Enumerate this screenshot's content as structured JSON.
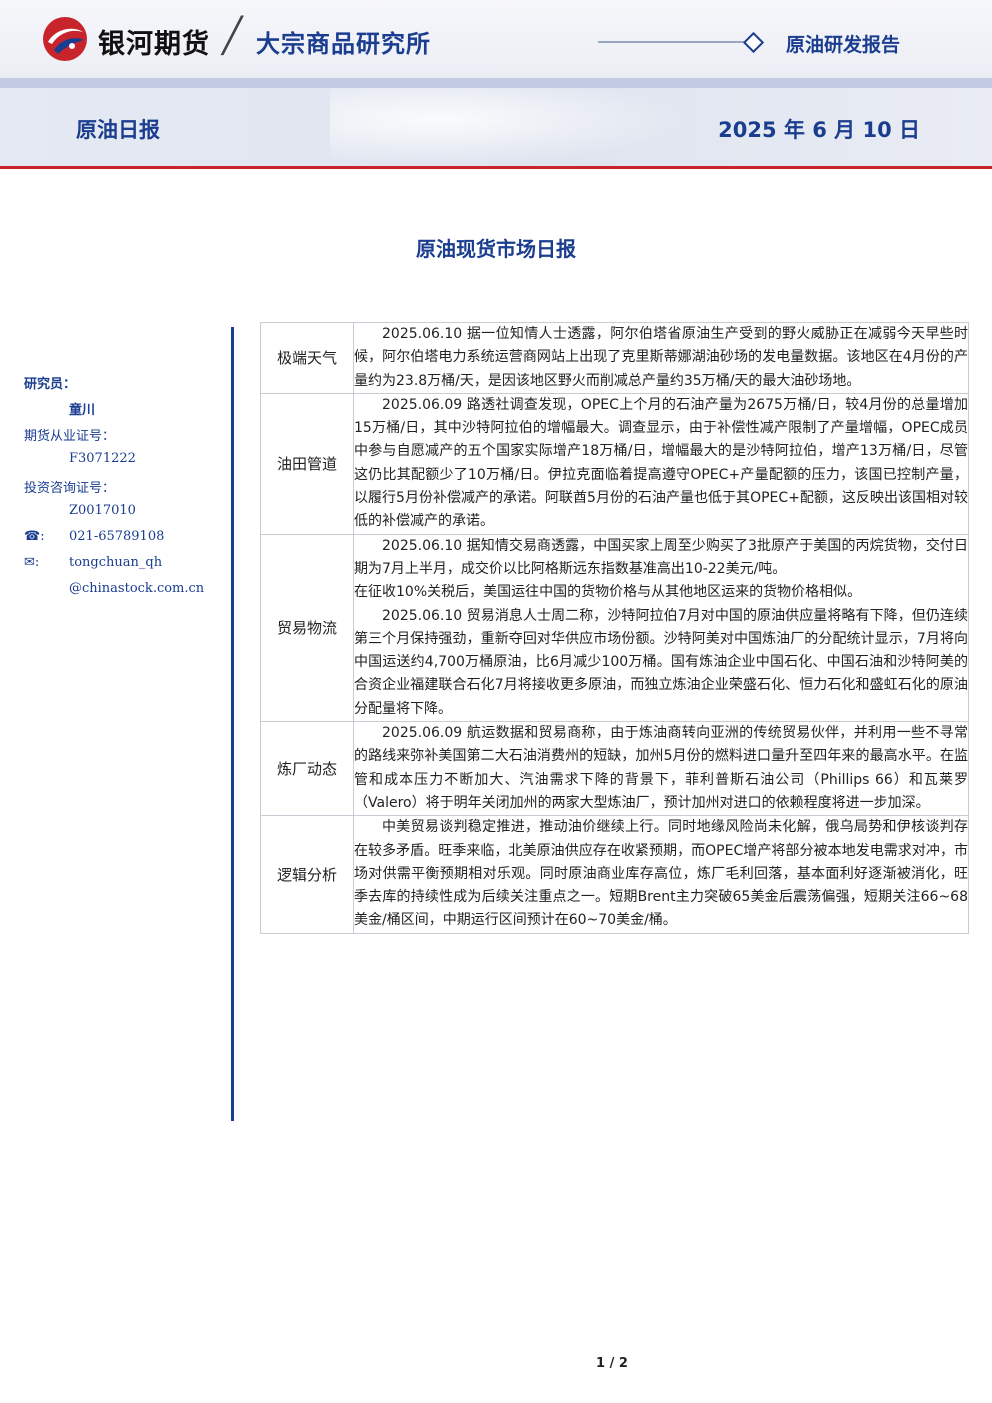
{
  "header": {
    "brand": "银河期货",
    "institute": "大宗商品研究所",
    "report_type": "原油研发报告",
    "report_name": "原油日报",
    "report_date": "2025 年 6 月 10 日",
    "accent_color": "#1a3d8f",
    "logo_red": "#c8242c"
  },
  "title": "原油现货市场日报",
  "sidebar": {
    "researcher_label": "研究员：",
    "researcher_name": "童川",
    "futures_cert_label": "期货从业证号：",
    "futures_cert": "F3071222",
    "consult_cert_label": "投资咨询证号：",
    "consult_cert": "Z0017010",
    "phone_icon": "☎",
    "phone_sep": ":",
    "phone": "021-65789108",
    "email_icon": "✉",
    "email_sep": ":",
    "email_line1": "tongchuan_qh",
    "email_line2": "@chinastock.com.cn"
  },
  "sections": [
    {
      "category": "极端天气",
      "paragraphs": [
        "2025.06.10 据一位知情人士透露，阿尔伯塔省原油生产受到的野火威胁正在减弱今天早些时候，阿尔伯塔电力系统运营商网站上出现了克里斯蒂娜湖油砂场的发电量数据。该地区在4月份的产量约为23.8万桶/天，是因该地区野火而削减总产量约35万桶/天的最大油砂场地。"
      ]
    },
    {
      "category": "油田管道",
      "paragraphs": [
        "2025.06.09 路透社调查发现，OPEC上个月的石油产量为2675万桶/日，较4月份的总量增加15万桶/日，其中沙特阿拉伯的增幅最大。调查显示，由于补偿性减产限制了产量增幅，OPEC成员中参与自愿减产的五个国家实际增产18万桶/日，增幅最大的是沙特阿拉伯，增产13万桶/日，尽管这仍比其配额少了10万桶/日。伊拉克面临着提高遵守OPEC+产量配额的压力，该国已控制产量，以履行5月份补偿减产的承诺。阿联酋5月份的石油产量也低于其OPEC+配额，这反映出该国相对较低的补偿减产的承诺。"
      ]
    },
    {
      "category": "贸易物流",
      "paragraphs": [
        "2025.06.10 据知情交易商透露，中国买家上周至少购买了3批原产于美国的丙烷货物，交付日期为7月上半月，成交价以比阿格斯远东指数基准高出10-22美元/吨。",
        "在征收10%关税后，美国运往中国的货物价格与从其他地区运来的货物价格相似。",
        "2025.06.10 贸易消息人士周二称，沙特阿拉伯7月对中国的原油供应量将略有下降，但仍连续第三个月保持强劲，重新夺回对华供应市场份额。沙特阿美对中国炼油厂的分配统计显示，7月将向中国运送约4,700万桶原油，比6月减少100万桶。国有炼油企业中国石化、中国石油和沙特阿美的合资企业福建联合石化7月将接收更多原油，而独立炼油企业荣盛石化、恒力石化和盛虹石化的原油分配量将下降。"
      ]
    },
    {
      "category": "炼厂动态",
      "paragraphs": [
        "2025.06.09 航运数据和贸易商称，由于炼油商转向亚洲的传统贸易伙伴，并利用一些不寻常的路线来弥补美国第二大石油消费州的短缺，加州5月份的燃料进口量升至四年来的最高水平。在监管和成本压力不断加大、汽油需求下降的背景下，菲利普斯石油公司（Phillips 66）和瓦莱罗（Valero）将于明年关闭加州的两家大型炼油厂，预计加州对进口的依赖程度将进一步加深。"
      ]
    },
    {
      "category": "逻辑分析",
      "paragraphs": [
        "中美贸易谈判稳定推进，推动油价继续上行。同时地缘风险尚未化解，俄乌局势和伊核谈判存在较多矛盾。旺季来临，北美原油供应存在收紧预期，而OPEC增产将部分被本地发电需求对冲，市场对供需平衡预期相对乐观。同时原油商业库存高位，炼厂毛利回落，基本面利好逐渐被消化，旺季去库的持续性成为后续关注重点之一。短期Brent主力突破65美金后震荡偏强，短期关注66~68美金/桶区间，中期运行区间预计在60~70美金/桶。"
      ]
    }
  ],
  "footer": {
    "page_number": "1 / 2"
  }
}
